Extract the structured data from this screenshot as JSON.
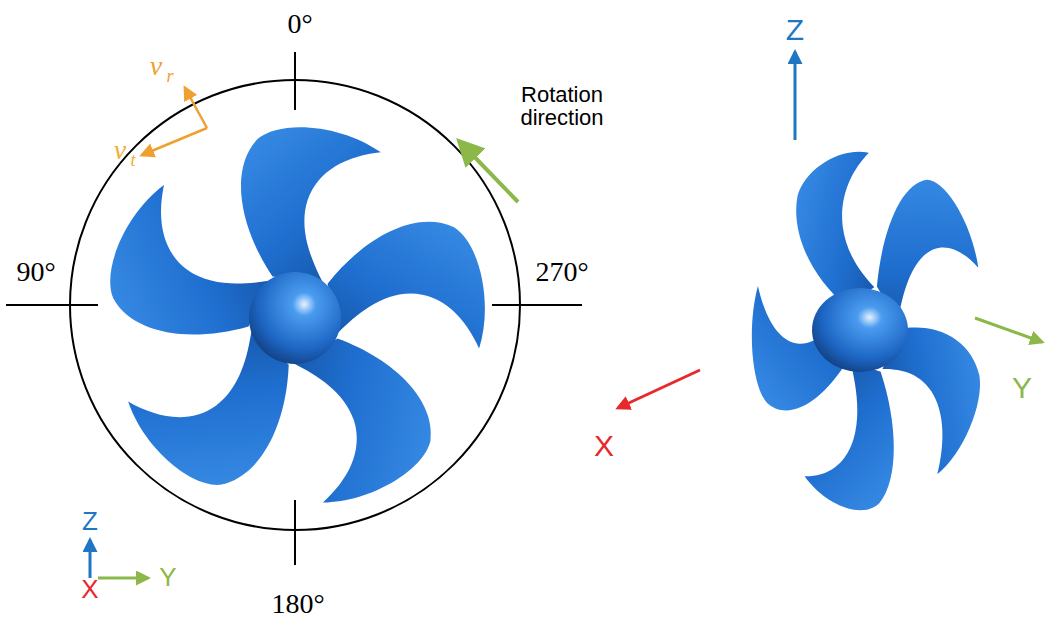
{
  "diagram": {
    "labels": [
      "0°",
      "90°",
      "270°",
      "180°",
      "v",
      "r",
      "v",
      "t",
      "Rotation direction",
      "Z",
      "X",
      "Y",
      "Z",
      "Y",
      "X"
    ]
  }
}
